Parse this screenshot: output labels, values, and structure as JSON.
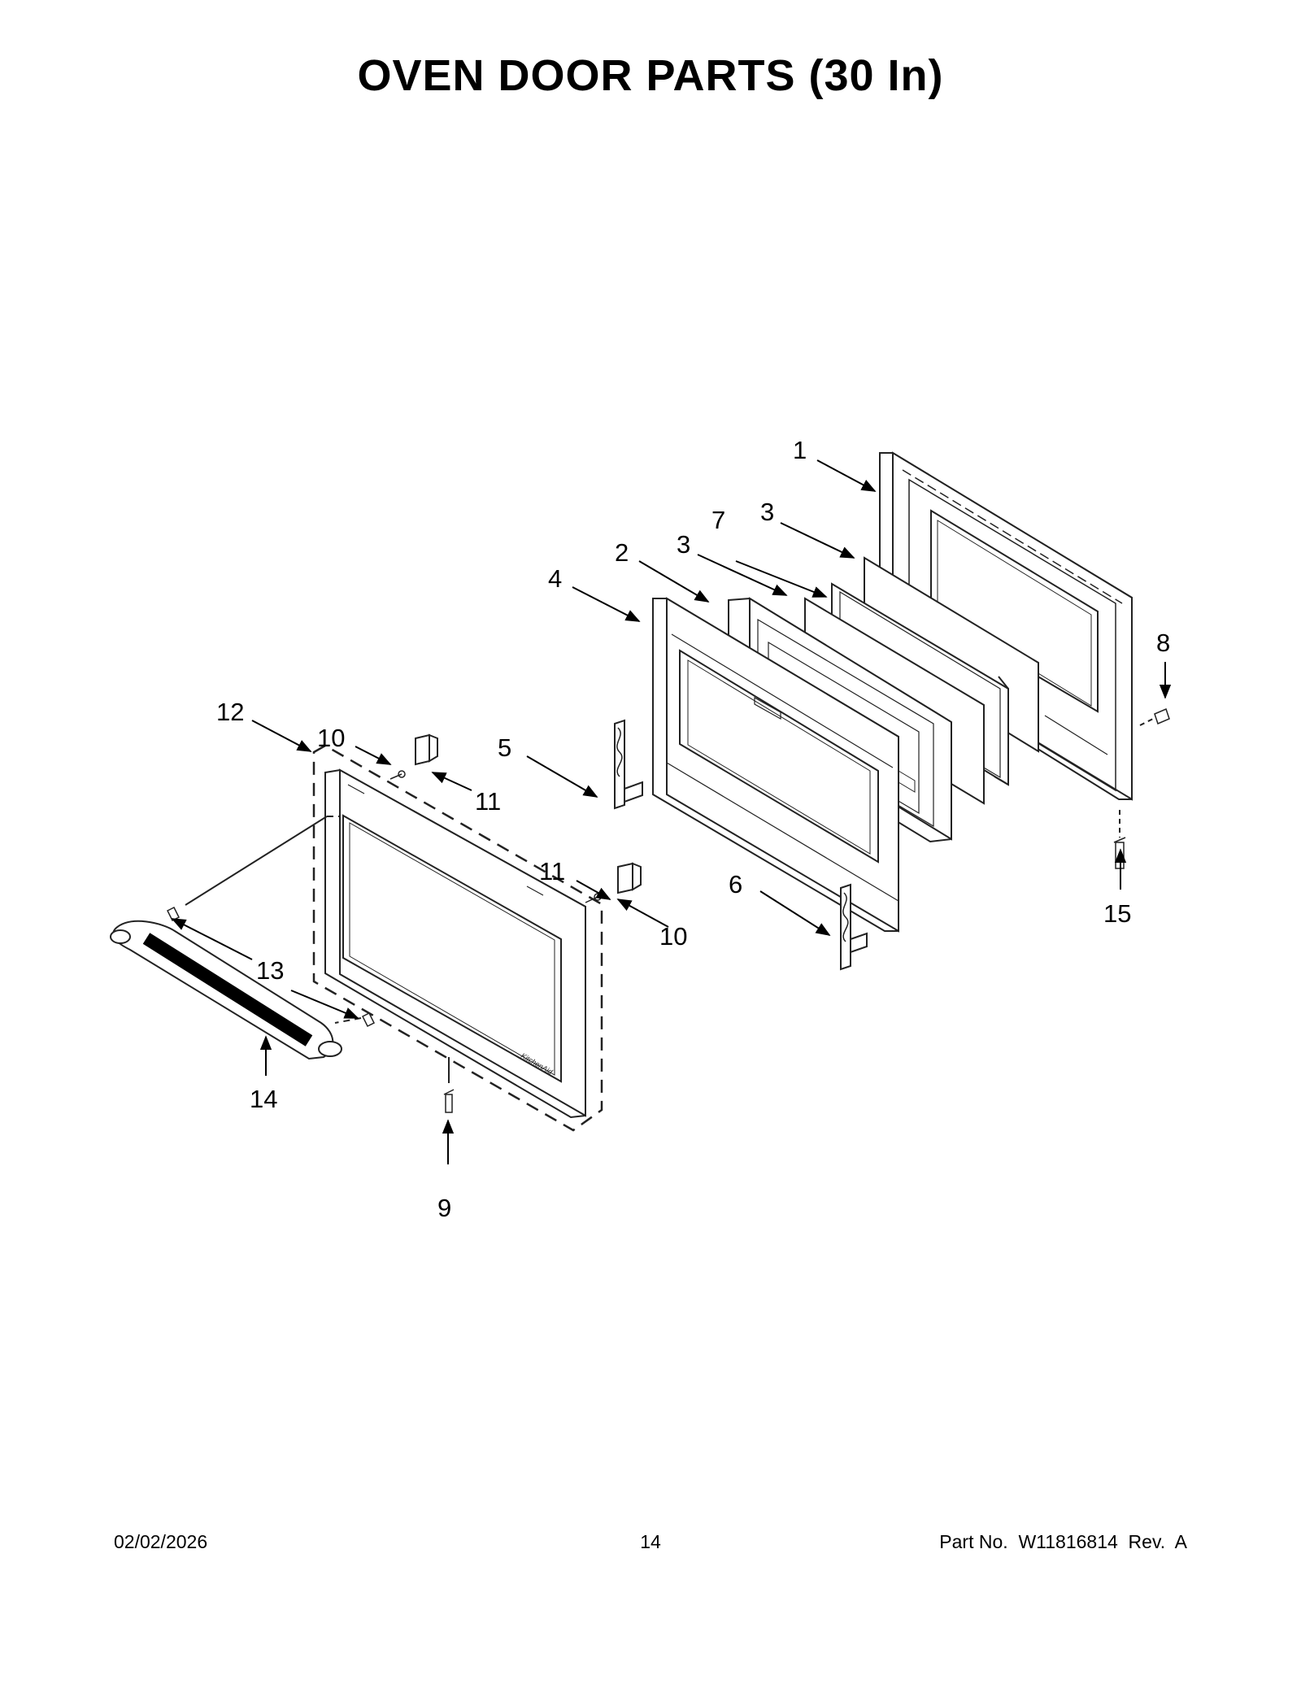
{
  "title": "OVEN DOOR PARTS (30 In)",
  "callouts": {
    "c1": "1",
    "c2": "2",
    "c3a": "3",
    "c3b": "3",
    "c4": "4",
    "c5": "5",
    "c6": "6",
    "c7": "7",
    "c8": "8",
    "c9": "9",
    "c10a": "10",
    "c10b": "10",
    "c11a": "11",
    "c11b": "11",
    "c12": "12",
    "c13": "13",
    "c14": "14",
    "c15": "15"
  },
  "door_logo": "KitchenAid",
  "footer": {
    "date": "02/02/2026",
    "page": "14",
    "part_label": "Part No.  W11816814  Rev.  A"
  }
}
